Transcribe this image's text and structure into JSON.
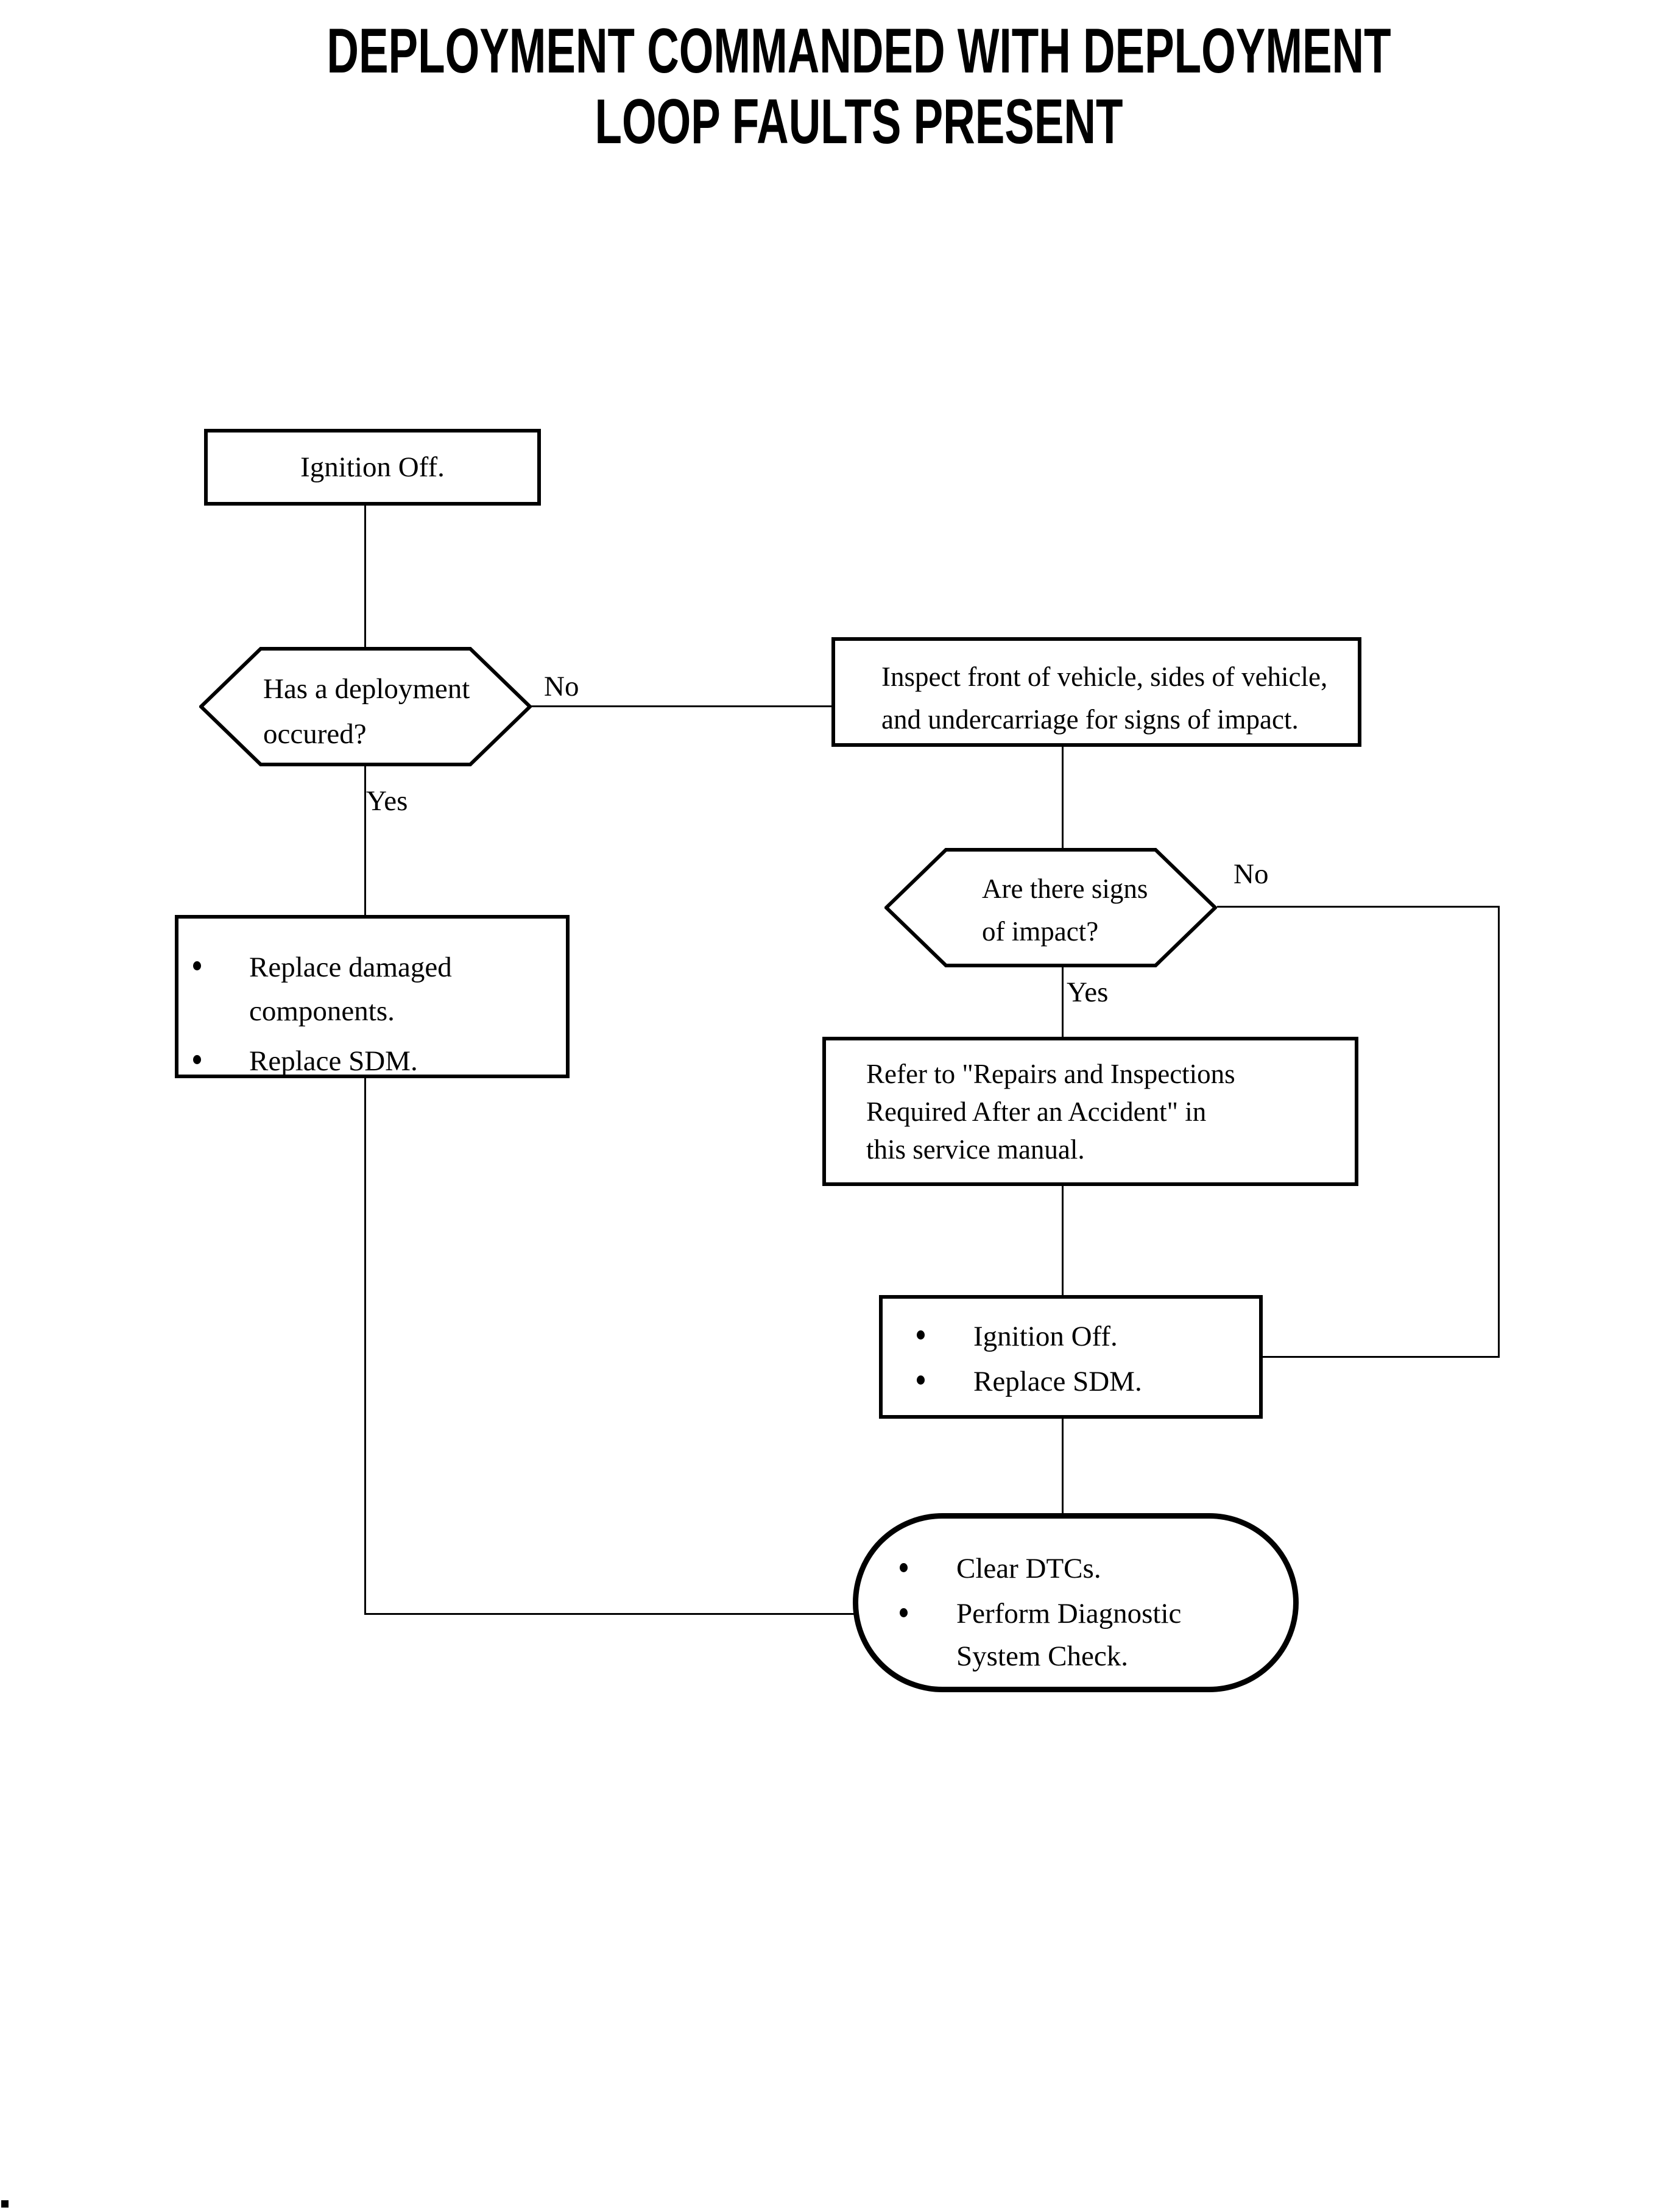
{
  "page": {
    "background_color": "#ffffff",
    "ink_color": "#000000"
  },
  "title": {
    "line1": "DEPLOYMENT COMMANDED WITH DEPLOYMENT",
    "line2": "LOOP FAULTS PRESENT"
  },
  "flowchart": {
    "box_ignition_off": {
      "label": "Ignition Off."
    },
    "hex_deployment_occurred": {
      "lines": [
        "Has a deployment",
        "occured?"
      ],
      "no_label": "No",
      "yes_label": "Yes"
    },
    "box_inspect_vehicle": {
      "lines": [
        "Inspect front of vehicle, sides of vehicle,",
        "and undercarriage for signs of impact."
      ]
    },
    "hex_signs_of_impact": {
      "lines": [
        "Are there signs",
        "of impact?"
      ],
      "no_label": "No",
      "yes_label": "Yes"
    },
    "box_replace_damaged": {
      "bullets": [
        [
          "Replace damaged",
          "components."
        ],
        [
          "Replace SDM."
        ]
      ]
    },
    "box_refer_repairs": {
      "lines": [
        "Refer to \"Repairs and Inspections",
        "Required After an Accident\" in",
        "this service manual."
      ]
    },
    "box_ignition_replace_sdm": {
      "bullets": [
        [
          "Ignition Off."
        ],
        [
          "Replace SDM."
        ]
      ]
    },
    "terminal_diagnostic_check": {
      "bullets": [
        [
          "Clear DTCs."
        ],
        [
          "Perform Diagnostic",
          "System Check."
        ]
      ]
    }
  }
}
